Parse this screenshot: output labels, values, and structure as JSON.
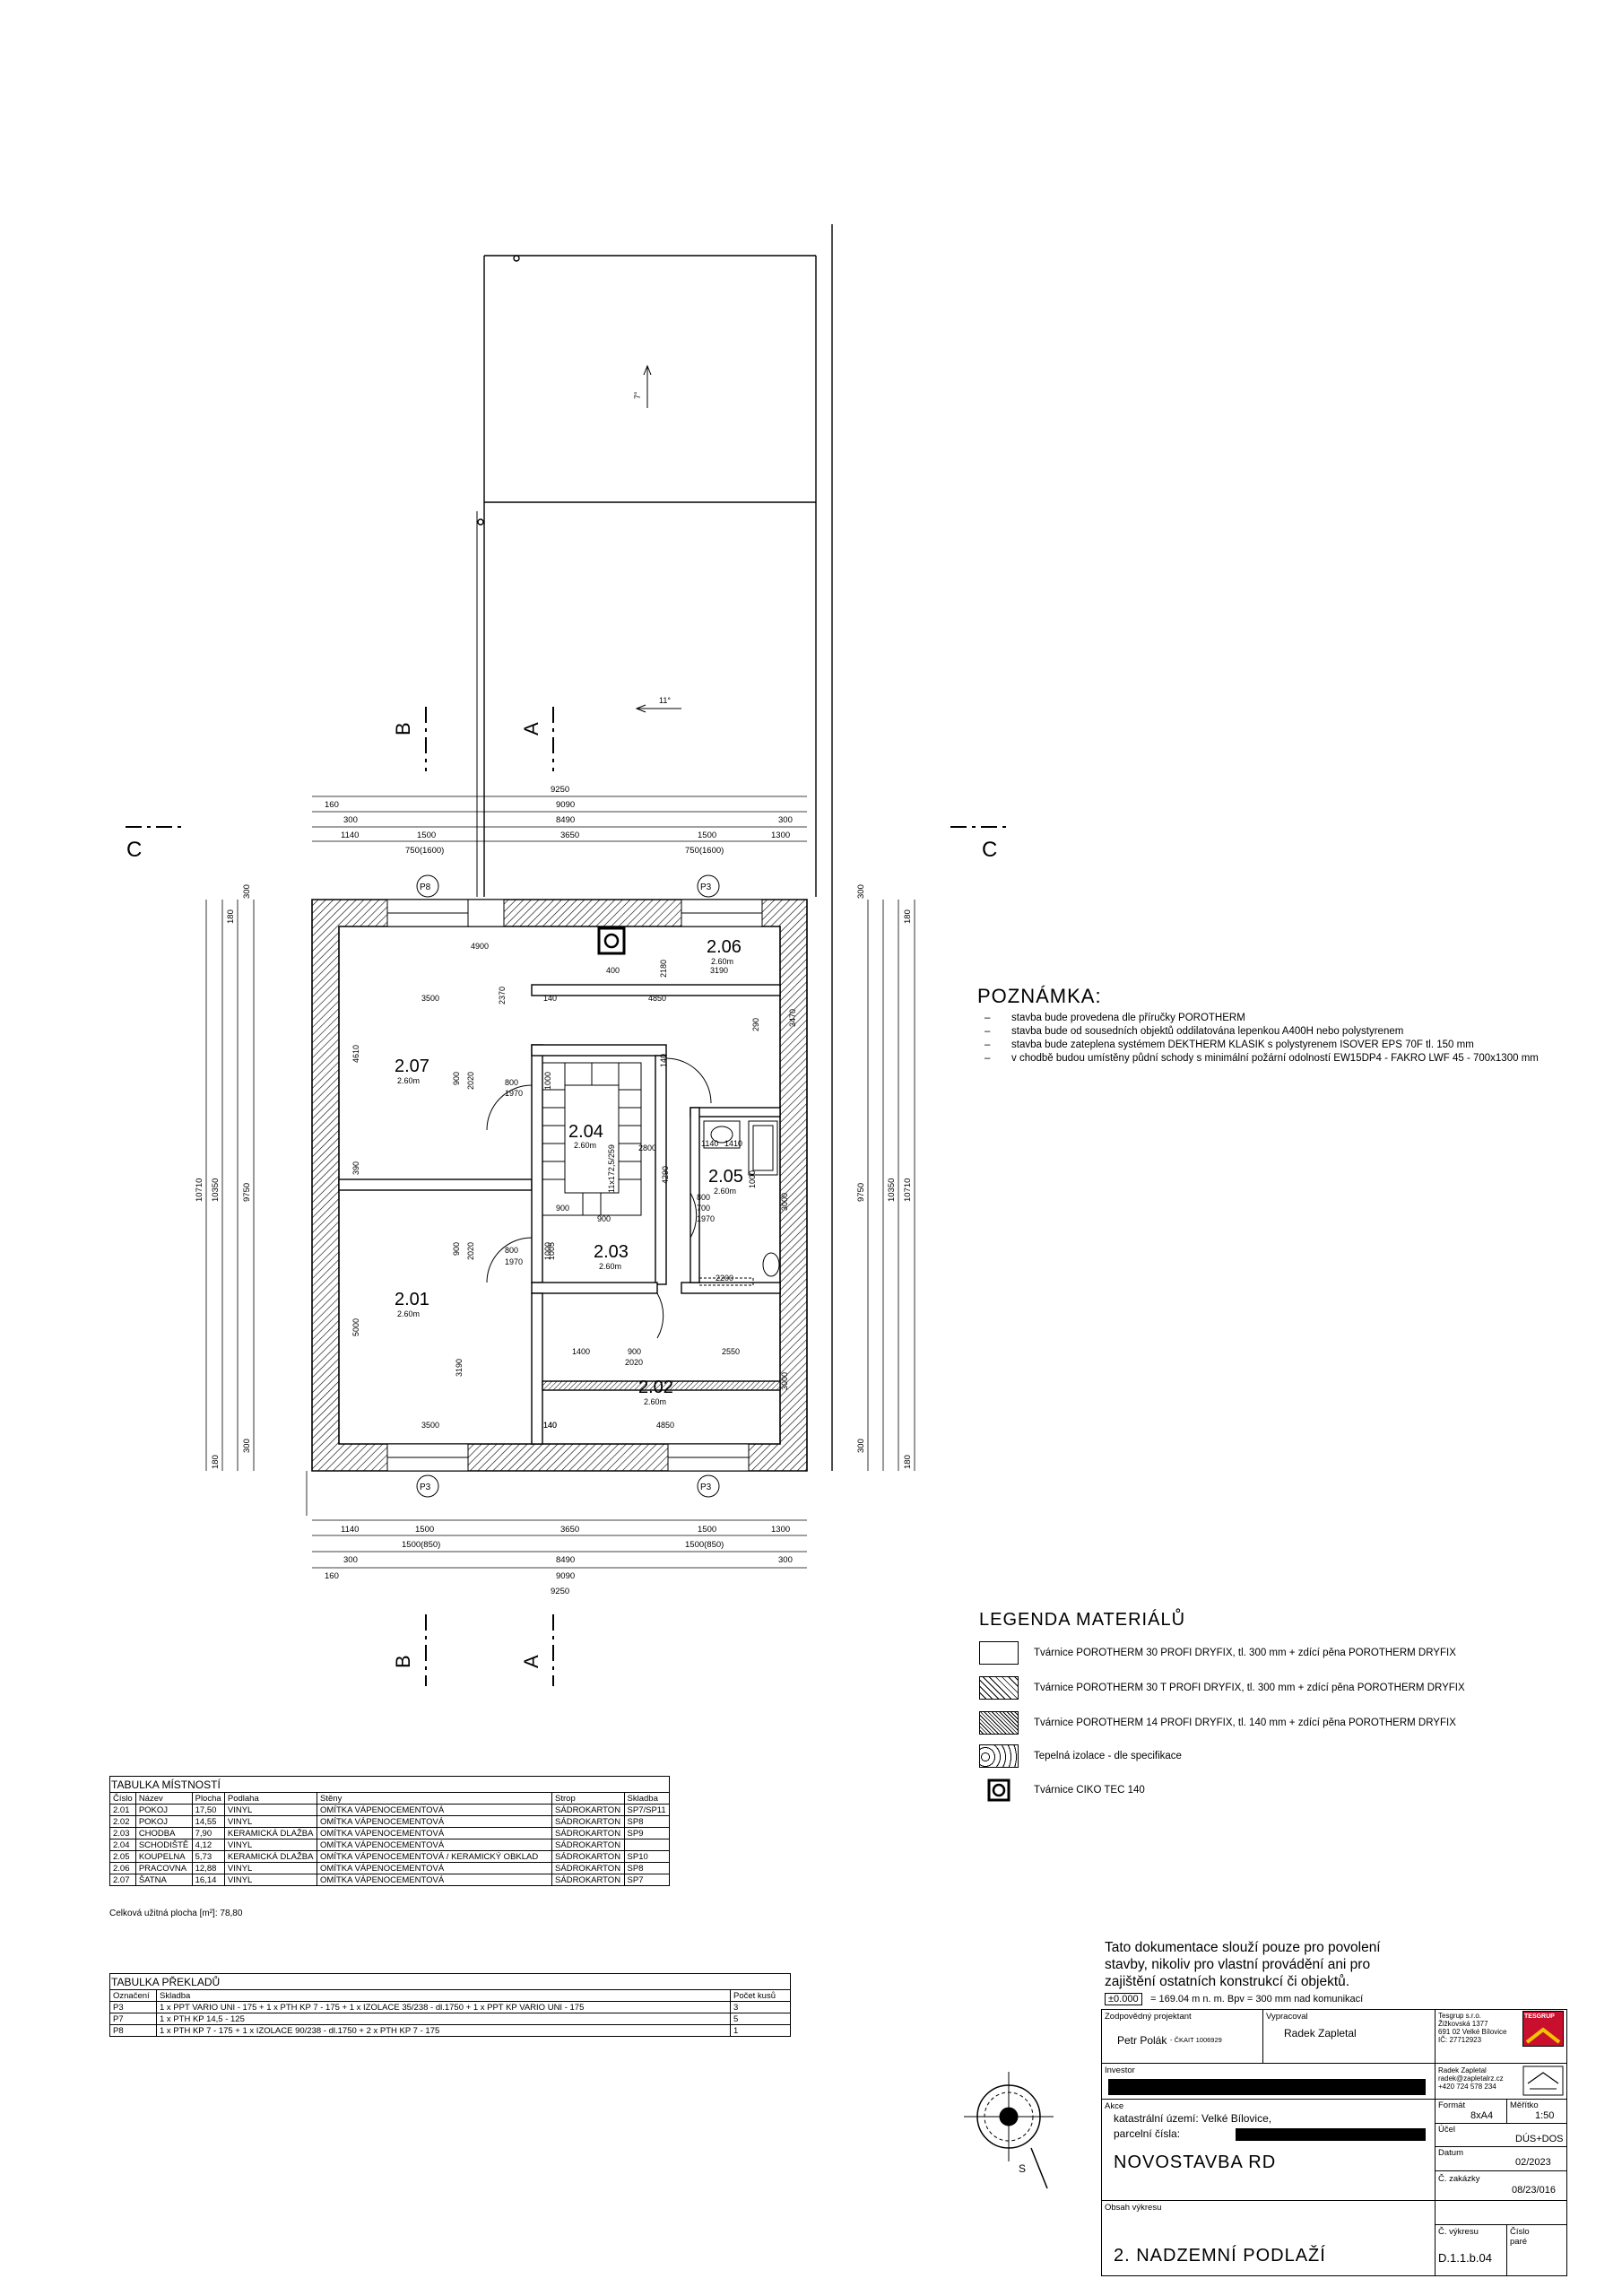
{
  "rooms": [
    {
      "num": "2.07",
      "height": "2.60m"
    },
    {
      "num": "2.06",
      "height": "2.60m"
    },
    {
      "num": "2.04",
      "height": "2.60m"
    },
    {
      "num": "2.05",
      "height": "2.60m"
    },
    {
      "num": "2.03",
      "height": "2.60m"
    },
    {
      "num": "2.01",
      "height": "2.60m"
    },
    {
      "num": "2.02",
      "height": "2.60m"
    }
  ],
  "section_marks": {
    "a": "A",
    "b": "B",
    "c": "C"
  },
  "slope_labels": {
    "upper": "7°",
    "lower": "11°"
  },
  "lintel_tags": {
    "p8": "P8",
    "p3": "P3"
  },
  "dims": {
    "top": {
      "overall": "9250",
      "l2": "9090",
      "l2_left": "160",
      "l3": "8490",
      "l3_left": "300",
      "l3_right": "300",
      "a": "1140",
      "b": "1500",
      "b_sub": "750(1600)",
      "c": "3650",
      "d": "1500",
      "d_sub": "750(1600)",
      "e": "1300"
    },
    "bottom": {
      "a": "1140",
      "b": "1500",
      "b_sub": "1500(850)",
      "c": "3650",
      "d": "1500",
      "d_sub": "1500(850)",
      "e": "1300",
      "l3_left": "300",
      "l3": "8490",
      "l3_right": "300",
      "l2_left": "160",
      "l2": "9090",
      "overall": "9250"
    },
    "left": {
      "overall": "10710",
      "l2": "10350",
      "l3": "9750",
      "top_a": "180",
      "top_b": "300",
      "bot_a": "180",
      "bot_b": "300"
    },
    "right": {
      "overall": "10710",
      "l2": "10350",
      "l3": "9750",
      "top_a": "180",
      "top_b": "300",
      "bot_a": "180",
      "bot_b": "300"
    },
    "inner": [
      "4900",
      "400",
      "2180",
      "3190",
      "3500",
      "2370",
      "140",
      "4850",
      "3470",
      "4610",
      "900",
      "2020",
      "800",
      "1970",
      "1000",
      "290",
      "140",
      "2800",
      "4290",
      "1140",
      "1410",
      "1000",
      "800",
      "700",
      "1970",
      "3000",
      "390",
      "900",
      "900",
      "1005",
      "1970",
      "800",
      "2200",
      "1400",
      "900",
      "2550",
      "2020",
      "140",
      "3190",
      "5000",
      "3500",
      "140",
      "4850",
      "3000",
      "11x172,5/259",
      "2020",
      "900",
      "1000"
    ]
  },
  "notes": {
    "title": "POZNÁMKA:",
    "items": [
      "stavba bude provedena dle příručky POROTHERM",
      "stavba bude od sousedních objektů oddilatována lepenkou A400H nebo polystyrenem",
      "stavba bude zateplena systémem DEKTHERM KLASIK s polystyrenem ISOVER EPS 70F tl. 150 mm",
      "v chodbě budou umístěny půdní schody s minimální požární odolností EW15DP4 - FAKRO LWF 45 - 700x1300 mm"
    ]
  },
  "legend": {
    "title": "LEGENDA MATERIÁLŮ",
    "items": [
      "Tvárnice POROTHERM 30 PROFI DRYFIX, tl. 300 mm + zdící pěna POROTHERM DRYFIX",
      "Tvárnice POROTHERM 30 T PROFI DRYFIX, tl. 300 mm + zdící pěna POROTHERM DRYFIX",
      "Tvárnice POROTHERM 14 PROFI DRYFIX, tl. 140 mm + zdící pěna POROTHERM DRYFIX",
      "Tepelná izolace - dle specifikace",
      "Tvárnice CIKO TEC 140"
    ]
  },
  "rooms_table": {
    "title": "TABULKA MÍSTNOSTÍ",
    "headers": [
      "Číslo",
      "Název",
      "Plocha",
      "Podlaha",
      "Stěny",
      "Strop",
      "Skladba"
    ],
    "rows": [
      [
        "2.01",
        "POKOJ",
        "17,50",
        "VINYL",
        "OMÍTKA VÁPENOCEMENTOVÁ",
        "SÁDROKARTON",
        "SP7/SP11"
      ],
      [
        "2.02",
        "POKOJ",
        "14,55",
        "VINYL",
        "OMÍTKA VÁPENOCEMENTOVÁ",
        "SÁDROKARTON",
        "SP8"
      ],
      [
        "2.03",
        "CHODBA",
        "7,90",
        "KERAMICKÁ DLAŽBA",
        "OMÍTKA VÁPENOCEMENTOVÁ",
        "SÁDROKARTON",
        "SP9"
      ],
      [
        "2.04",
        "SCHODIŠTĚ",
        "4,12",
        "VINYL",
        "OMÍTKA VÁPENOCEMENTOVÁ",
        "SÁDROKARTON",
        ""
      ],
      [
        "2.05",
        "KOUPELNA",
        "5,73",
        "KERAMICKÁ DLAŽBA",
        "OMÍTKA VÁPENOCEMENTOVÁ / KERAMICKÝ OBKLAD",
        "SÁDROKARTON",
        "SP10"
      ],
      [
        "2.06",
        "PRACOVNA",
        "12,88",
        "VINYL",
        "OMÍTKA VÁPENOCEMENTOVÁ",
        "SÁDROKARTON",
        "SP8"
      ],
      [
        "2.07",
        "ŠATNA",
        "16,14",
        "VINYL",
        "OMÍTKA VÁPENOCEMENTOVÁ",
        "SÁDROKARTON",
        "SP7"
      ]
    ],
    "total": "Celková užitná plocha [m²]: 78,80"
  },
  "lintels_table": {
    "title": "TABULKA PŘEKLADŮ",
    "headers": [
      "Označení",
      "Skladba",
      "Počet kusů"
    ],
    "rows": [
      [
        "P3",
        "1 x PPT VARIO UNI - 175 + 1 x PTH KP 7 - 175 + 1 x IZOLACE 35/238 - dl.1750 + 1 x PPT KP VARIO UNI - 175",
        "3"
      ],
      [
        "P7",
        "1 x PTH KP 14,5 - 125",
        "5"
      ],
      [
        "P8",
        "1 x PTH KP 7 - 175 + 1 x IZOLACE 90/238 - dl.1750 + 2 x PTH KP 7 - 175",
        "1"
      ]
    ]
  },
  "disclaimer": {
    "lines": [
      "Tato dokumentace slouží pouze pro povolení",
      "stavby, nikoliv pro vlastní provádění ani pro",
      "zajištění ostatních konstrukcí či objektů."
    ],
    "datum_box": "±0.000",
    "datum_text": "= 169.04 m n. m. Bpv = 300 mm nad komunikací"
  },
  "title_block": {
    "designer_label": "Zodpovědný projektant",
    "designer": "Petr Polák",
    "designer_reg": "- ČKAIT 1006929",
    "drawn_label": "Vypracoval",
    "drawn": "Radek Zapletal",
    "company": [
      "Tesgrup s.r.o.",
      "Žižkovská 1377",
      "691 02 Velké Bílovice",
      "IČ: 27712923"
    ],
    "logo_text": "TESGRUP",
    "contact": [
      "Radek Zapletal",
      "radek@zapletalrz.cz",
      "+420 724 578 234"
    ],
    "investor_label": "Investor",
    "akce_label": "Akce",
    "akce_line1": "katastrální území: Velké Bílovice,",
    "akce_line2": "parcelní čísla:",
    "project": "NOVOSTAVBA RD",
    "format_label": "Formát",
    "format": "8xA4",
    "scale_label": "Měřítko",
    "scale": "1:50",
    "purpose_label": "Účel",
    "purpose": "DÚS+DOS",
    "date_label": "Datum",
    "date": "02/2023",
    "order_label": "Č. zakázky",
    "order": "08/23/016",
    "content_label": "Obsah výkresu",
    "content": "2. NADZEMNÍ PODLAŽÍ",
    "sheet_label": "Č. výkresu",
    "sheet": "D.1.1.b.04",
    "copy_label": "Číslo paré",
    "north": "S"
  }
}
